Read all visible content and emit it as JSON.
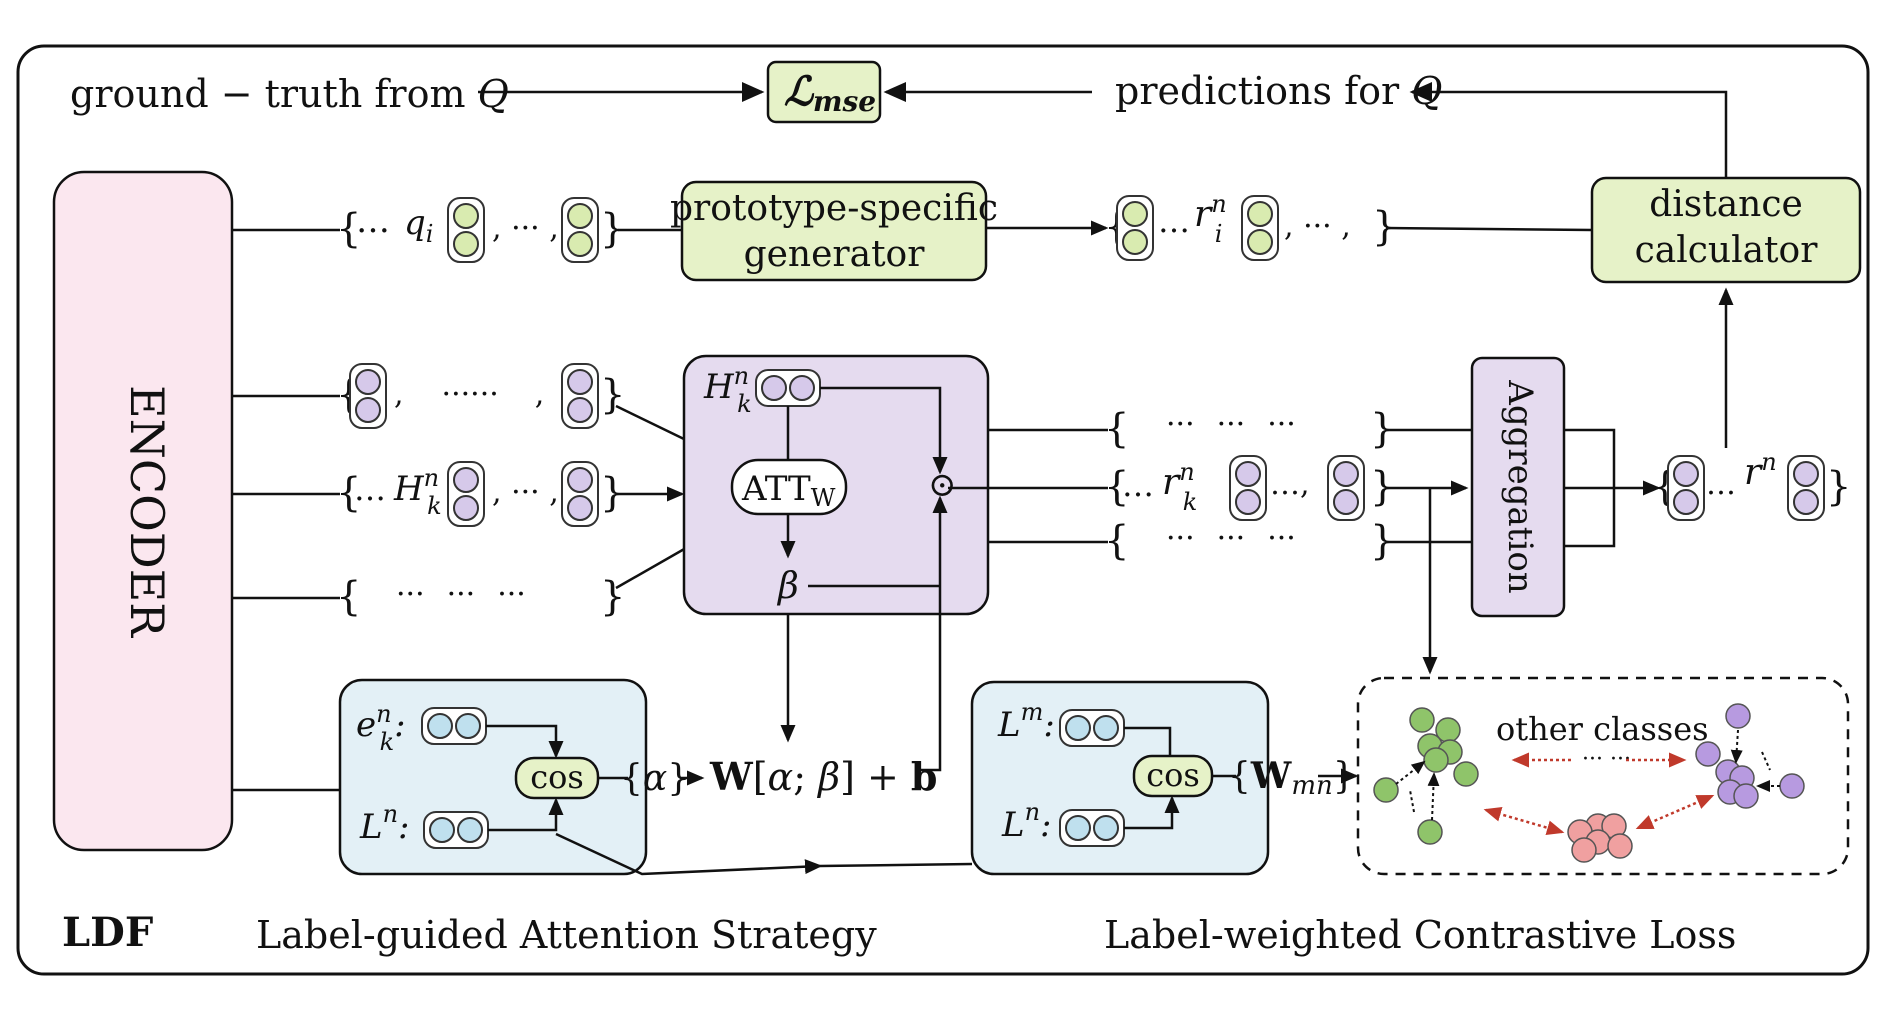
{
  "diagram": {
    "title": "LDF",
    "encoder_label": "ENCODER",
    "left_caption": "Label-guided Attention Strategy",
    "right_caption": "Label-weighted Contrastive Loss",
    "top": {
      "ground_truth": "ground − truth from",
      "ground_truth_var": "Q",
      "loss_main": "ℒ",
      "loss_sub": "mse",
      "predictions": "predictions for",
      "predictions_var": "Q"
    },
    "boxes": {
      "prototype_line1": "prototype-specific",
      "prototype_line2": "generator",
      "distance_line1": "distance",
      "distance_line2": "calculator",
      "aggregation": "Aggregation",
      "att_main": "ATT",
      "att_sub": "W",
      "cos": "cos"
    },
    "symbols": {
      "ellipsis": "…",
      "dots_long": "······",
      "dots_triple": "···",
      "q": "q",
      "q_sub": "i",
      "r": "r",
      "r_sup": "n",
      "r_sub_i": "i",
      "r_sub_k": "k",
      "H": "H",
      "H_sup": "n",
      "H_sub": "k",
      "beta": "β",
      "alpha": "α",
      "odot": "⊙",
      "e": "e",
      "e_sup": "n",
      "e_sub": "k",
      "L": "L",
      "L_sup_n": "n",
      "L_sup_m": "m",
      "colon": ":",
      "W_bold": "W",
      "W_sub": "mn",
      "formula_open": "[",
      "formula_sep": ";",
      "formula_close": "] +",
      "b_bold": "b",
      "other_classes": "other classes",
      "other_dots": "··· ···"
    },
    "colors": {
      "green_fill": "#e6f2c8",
      "green_vec": "#d9ebb0",
      "purple_fill": "#e5dbef",
      "purple_vec": "#d6c9ea",
      "pink_fill": "#fbe7ef",
      "blue_fill": "#e3f0f6",
      "blue_vec": "#bfe0ee",
      "dot_green": "#8fc46a",
      "dot_purple": "#b79ae0",
      "dot_red": "#f0a0a0",
      "arrow_red": "#c0392b"
    }
  }
}
